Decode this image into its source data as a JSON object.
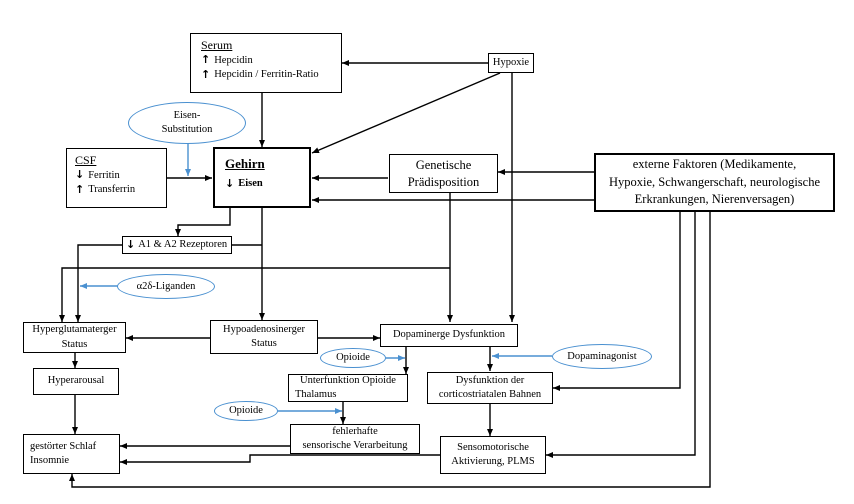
{
  "serum": {
    "title": "Serum",
    "line1": "Hepcidin",
    "line2": "Hepcidin / Ferritin-Ratio"
  },
  "hypoxie": "Hypoxie",
  "eisen_substitution": {
    "line1": "Eisen-",
    "line2": "Substitution"
  },
  "csf": {
    "title": "CSF",
    "line1": "Ferritin",
    "line2": "Transferrin"
  },
  "gehirn": {
    "title": "Gehirn",
    "line1": "Eisen"
  },
  "genetische": {
    "line1": "Genetische",
    "line2": "Prädisposition"
  },
  "externe": {
    "line1": "externe Faktoren (Medikamente,",
    "line2": "Hypoxie, Schwangerschaft, neurologische",
    "line3": "Erkrankungen, Nierenversagen)"
  },
  "a1a2": "A1 & A2 Rezeptoren",
  "alpha2delta": "α2δ-Liganden",
  "hyperglutamaterger": {
    "line1": "Hyperglutamaterger",
    "line2": "Status"
  },
  "hypoadenosinerger": {
    "line1": "Hypoadenosinerger",
    "line2": "Status"
  },
  "dopaminerge": "Dopaminerge Dysfunktion",
  "opioide_1": "Opioide",
  "dopaminagonist": "Dopaminagonist",
  "unterfunktion": {
    "line1": "Unterfunktion Opioide",
    "line2": "Thalamus"
  },
  "dysfunktion_cortico": {
    "line1": "Dysfunktion der",
    "line2": "corticostriatalen Bahnen"
  },
  "hyperarousal": "Hyperarousal",
  "opioide_2": "Opioide",
  "fehlerhafte": {
    "line1": "fehlerhafte",
    "line2": "sensorische Verarbeitung"
  },
  "gestoerter": {
    "line1": "gestörter Schlaf",
    "line2": "Insomnie"
  },
  "sensomotorische": {
    "line1": "Sensomotorische",
    "line2": "Aktivierung, PLMS"
  },
  "colors": {
    "line": "#000000",
    "intervention": "#4a90d0"
  },
  "icons": {
    "up": "arrow-up-icon",
    "down": "arrow-down-icon"
  }
}
